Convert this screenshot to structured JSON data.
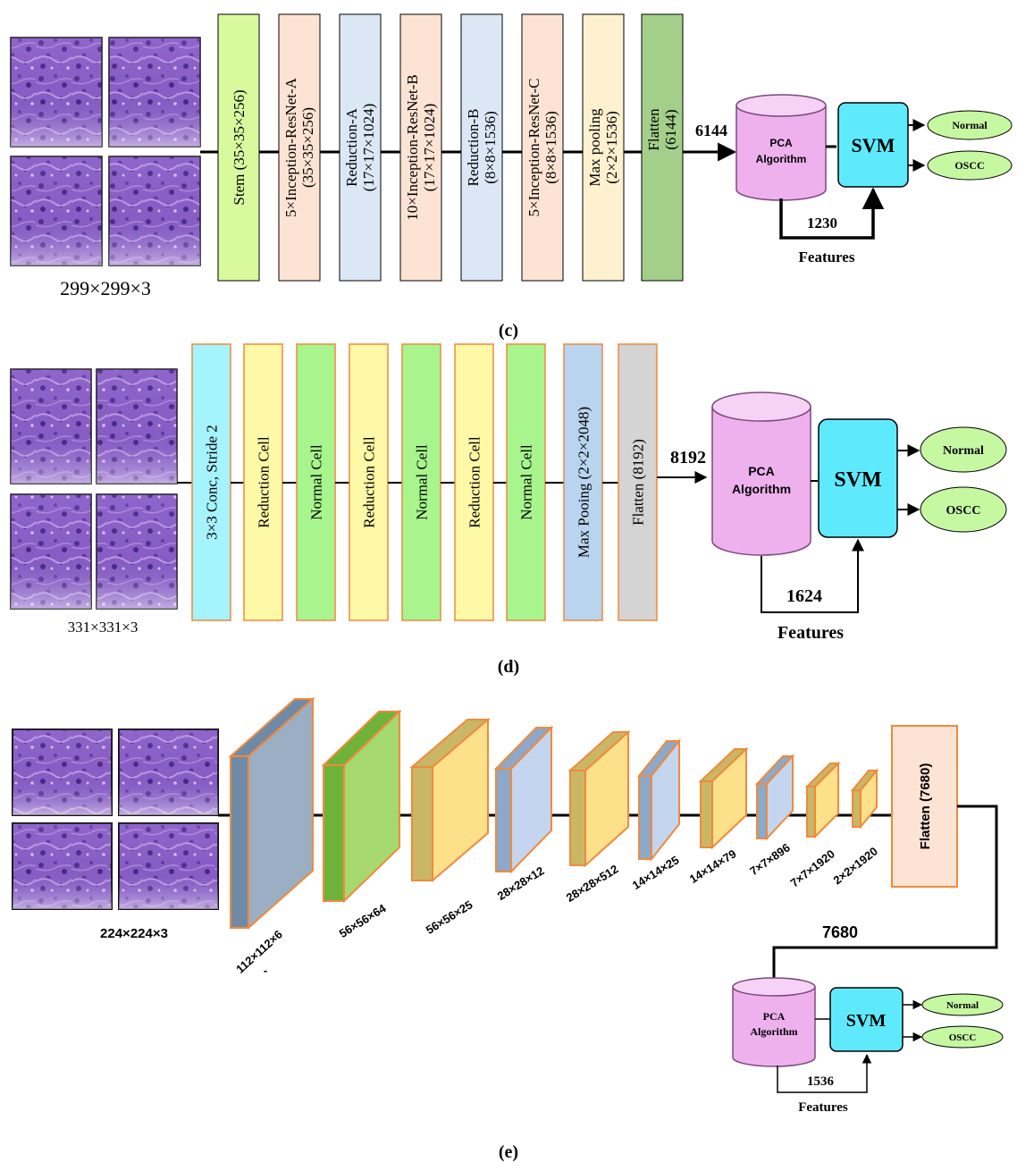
{
  "panel_c": {
    "caption": "(c)",
    "input_size": "299×299×3",
    "blocks": [
      {
        "label": "Stem (35×35×256)",
        "color": "#d9f99d"
      },
      {
        "label": "5×Inception-ResNet-A (35×35×256)",
        "color": "#fde3d3"
      },
      {
        "label": "Reduction-A (17×17×1024)",
        "color": "#dbe7f5"
      },
      {
        "label": "10×Inception-ResNet-B (17×17×1024)",
        "color": "#fde3d3"
      },
      {
        "label": "Reduction-B (8×8×1536)",
        "color": "#dbe7f5"
      },
      {
        "label": "5×Inception-ResNet-C (8×8×1536)",
        "color": "#fde3d3"
      },
      {
        "label": "Max pooling (2×2×1536)",
        "color": "#fdf1cf"
      },
      {
        "label": "Flatten (6144)",
        "color": "#a3cf8a"
      }
    ],
    "flatten_size": "6144",
    "pca_label_1": "PCA",
    "pca_label_2": "Algorithm",
    "svm_label": "SVM",
    "out_normal": "Normal",
    "out_oscc": "OSCC",
    "feature_count": "1230",
    "features_label": "Features"
  },
  "panel_d": {
    "caption": "(d)",
    "input_size": "331×331×3",
    "blocks": [
      {
        "label": "3×3 Conc, Stride 2",
        "color": "#a5f3fc"
      },
      {
        "label": "Reduction Cell",
        "color": "#fef9a7"
      },
      {
        "label": "Normal Cell",
        "color": "#a7f58c"
      },
      {
        "label": "Reduction Cell",
        "color": "#fef9a7"
      },
      {
        "label": "Normal Cell",
        "color": "#a7f58c"
      },
      {
        "label": "Reduction Cell",
        "color": "#fef9a7"
      },
      {
        "label": "Normal Cell",
        "color": "#a7f58c"
      },
      {
        "label": "Max Pooing (2×2×2048)",
        "color": "#b9d4ee"
      },
      {
        "label": "Flatten (8192)",
        "color": "#d4d4d4"
      }
    ],
    "flatten_size": "8192",
    "pca_label_1": "PCA",
    "pca_label_2": "Algorithm",
    "svm_label": "SVM",
    "out_normal": "Normal",
    "out_oscc": "OSCC",
    "feature_count": "1624",
    "features_label": "Features"
  },
  "panel_e": {
    "caption": "(e)",
    "input_size": "224×224×3",
    "layers": [
      {
        "label": "112×112×6",
        "front": "#9aaec4",
        "top": "#6f8aa6"
      },
      {
        "label": "56×56×64",
        "front": "#a5d86f",
        "top": "#6fb23a"
      },
      {
        "label": "56×56×25",
        "front": "#fde08a",
        "top": "#c9b765"
      },
      {
        "label": "28×28×12",
        "front": "#c4d6ef",
        "top": "#8da8c8"
      },
      {
        "label": "28×28×512",
        "front": "#fde08a",
        "top": "#c9b765"
      },
      {
        "label": "14×14×25",
        "front": "#c4d6ef",
        "top": "#8da8c8"
      },
      {
        "label": "14×14×79",
        "front": "#fde08a",
        "top": "#c9b765"
      },
      {
        "label": "7×7×896",
        "front": "#c4d6ef",
        "top": "#8da8c8"
      },
      {
        "label": "7×7×1920",
        "front": "#fde08a",
        "top": "#c9b765"
      },
      {
        "label": "2×2×1920",
        "front": "#fde08a",
        "top": "#c9b765"
      }
    ],
    "first_label_dash": "-",
    "flatten_label": "Flatten (7680)",
    "flatten_size": "7680",
    "pca_label_1": "PCA",
    "pca_label_2": "Algorithm",
    "svm_label": "SVM",
    "out_normal": "Normal",
    "out_oscc": "OSCC",
    "feature_count": "1536",
    "features_label": "Features"
  },
  "colors": {
    "pca": "#eeb1ee",
    "pca_top": "#f6d2f6",
    "svm": "#5eeafc",
    "output": "#c6f7a1",
    "block_border": "#f08a3c",
    "tissue_base": "#8a5fc8"
  },
  "icons": {
    "pca": "cylinder-database-icon",
    "svm": "rounded-box-icon",
    "output": "ellipse-icon",
    "input": "histology-image-tile"
  }
}
